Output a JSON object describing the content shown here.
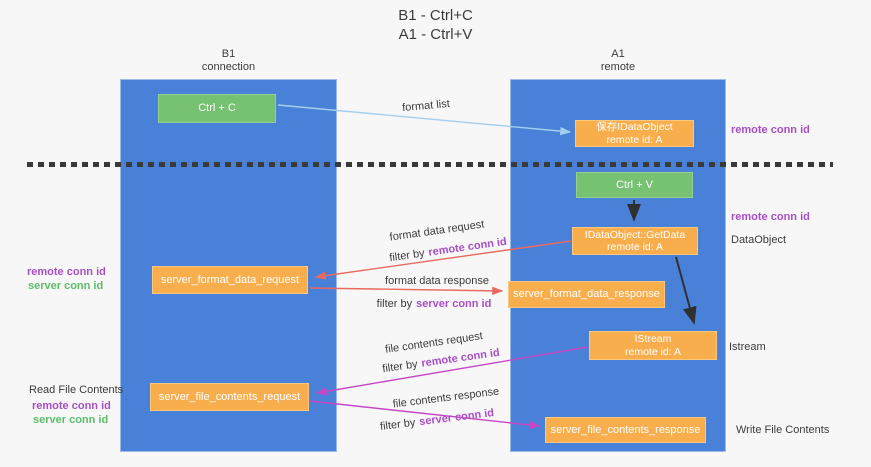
{
  "title": {
    "line1": "B1 - Ctrl+C",
    "line2": "A1 - Ctrl+V"
  },
  "columns": {
    "left": {
      "header_line1": "B1",
      "header_line2": "connection"
    },
    "right": {
      "header_line1": "A1",
      "header_line2": "remote"
    }
  },
  "nodes": {
    "ctrl_c": "Ctrl + C",
    "ctrl_v": "Ctrl + V",
    "save_idataobject": {
      "line1": "保存IDataObject",
      "line2": "remote id: A"
    },
    "idataobject_getdata": {
      "line1": "IDataObject::GetData",
      "line2": "remote id: A"
    },
    "istream": {
      "line1": "IStream",
      "line2": "remote id: A"
    },
    "server_format_data_request": "server_format_data_request",
    "server_format_data_response": "server_format_data_response",
    "server_file_contents_request": "server_file_contents_request",
    "server_file_contents_response": "server_file_contents_response"
  },
  "edge_labels": {
    "format_list": "format list",
    "format_data_request": "format data request",
    "filter_by_remote_1": {
      "prefix": "filter by",
      "id": "remote conn id"
    },
    "format_data_response": "format data response",
    "filter_by_server_1": {
      "prefix": "filter by",
      "id": "server conn id"
    },
    "file_contents_request": "file contents request",
    "filter_by_remote_2": {
      "prefix": "filter by",
      "id": "remote conn id"
    },
    "file_contents_response": "file contents response",
    "filter_by_server_2": {
      "prefix": "filter by",
      "id": "server conn id"
    }
  },
  "side_labels": {
    "right_remote_conn_id_1": "remote conn id",
    "right_remote_conn_id_2": "remote conn id",
    "right_dataobject": "DataObject",
    "right_istream": "Istream",
    "right_write_file_contents": "Write File Contents",
    "left_remote_conn_id_1": "remote conn id",
    "left_server_conn_id_1": "server conn id",
    "left_read_file_contents": "Read File Contents",
    "left_remote_conn_id_2": "remote conn id",
    "left_server_conn_id_2": "server conn id"
  },
  "colors": {
    "column_blue": "#4a81d8",
    "box_orange": "#f9ae4e",
    "box_green": "#76c172",
    "purple_text": "#a94fc5",
    "green_text": "#5cbc6a",
    "red_arrow": "#e8695f",
    "magenta_arrow": "#c647c6",
    "light_blue_arrow": "#a5cfee",
    "black_arrow": "#303030",
    "background": "#f7f7f8"
  }
}
